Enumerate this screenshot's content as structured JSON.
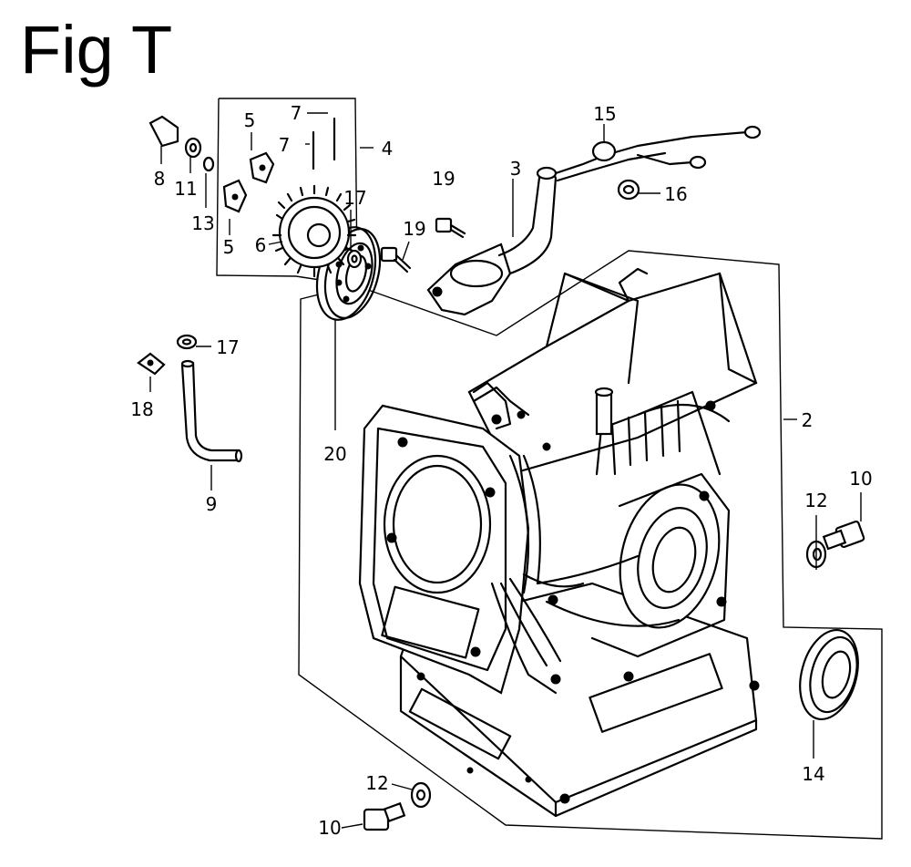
{
  "title": "Fig T",
  "callouts": [
    {
      "id": "c2",
      "label": "2"
    },
    {
      "id": "c3",
      "label": "3"
    },
    {
      "id": "c4",
      "label": "4"
    },
    {
      "id": "c5a",
      "label": "5"
    },
    {
      "id": "c5b",
      "label": "5"
    },
    {
      "id": "c6",
      "label": "6"
    },
    {
      "id": "c7a",
      "label": "7"
    },
    {
      "id": "c7b",
      "label": "7"
    },
    {
      "id": "c8",
      "label": "8"
    },
    {
      "id": "c9",
      "label": "9"
    },
    {
      "id": "c10a",
      "label": "10"
    },
    {
      "id": "c10b",
      "label": "10"
    },
    {
      "id": "c11",
      "label": "11"
    },
    {
      "id": "c12a",
      "label": "12"
    },
    {
      "id": "c12b",
      "label": "12"
    },
    {
      "id": "c13",
      "label": "13"
    },
    {
      "id": "c14",
      "label": "14"
    },
    {
      "id": "c15",
      "label": "15"
    },
    {
      "id": "c16",
      "label": "16"
    },
    {
      "id": "c17a",
      "label": "17"
    },
    {
      "id": "c17b",
      "label": "17"
    },
    {
      "id": "c18",
      "label": "18"
    },
    {
      "id": "c19a",
      "label": "19"
    },
    {
      "id": "c19b",
      "label": "19"
    },
    {
      "id": "c20",
      "label": "20"
    }
  ]
}
